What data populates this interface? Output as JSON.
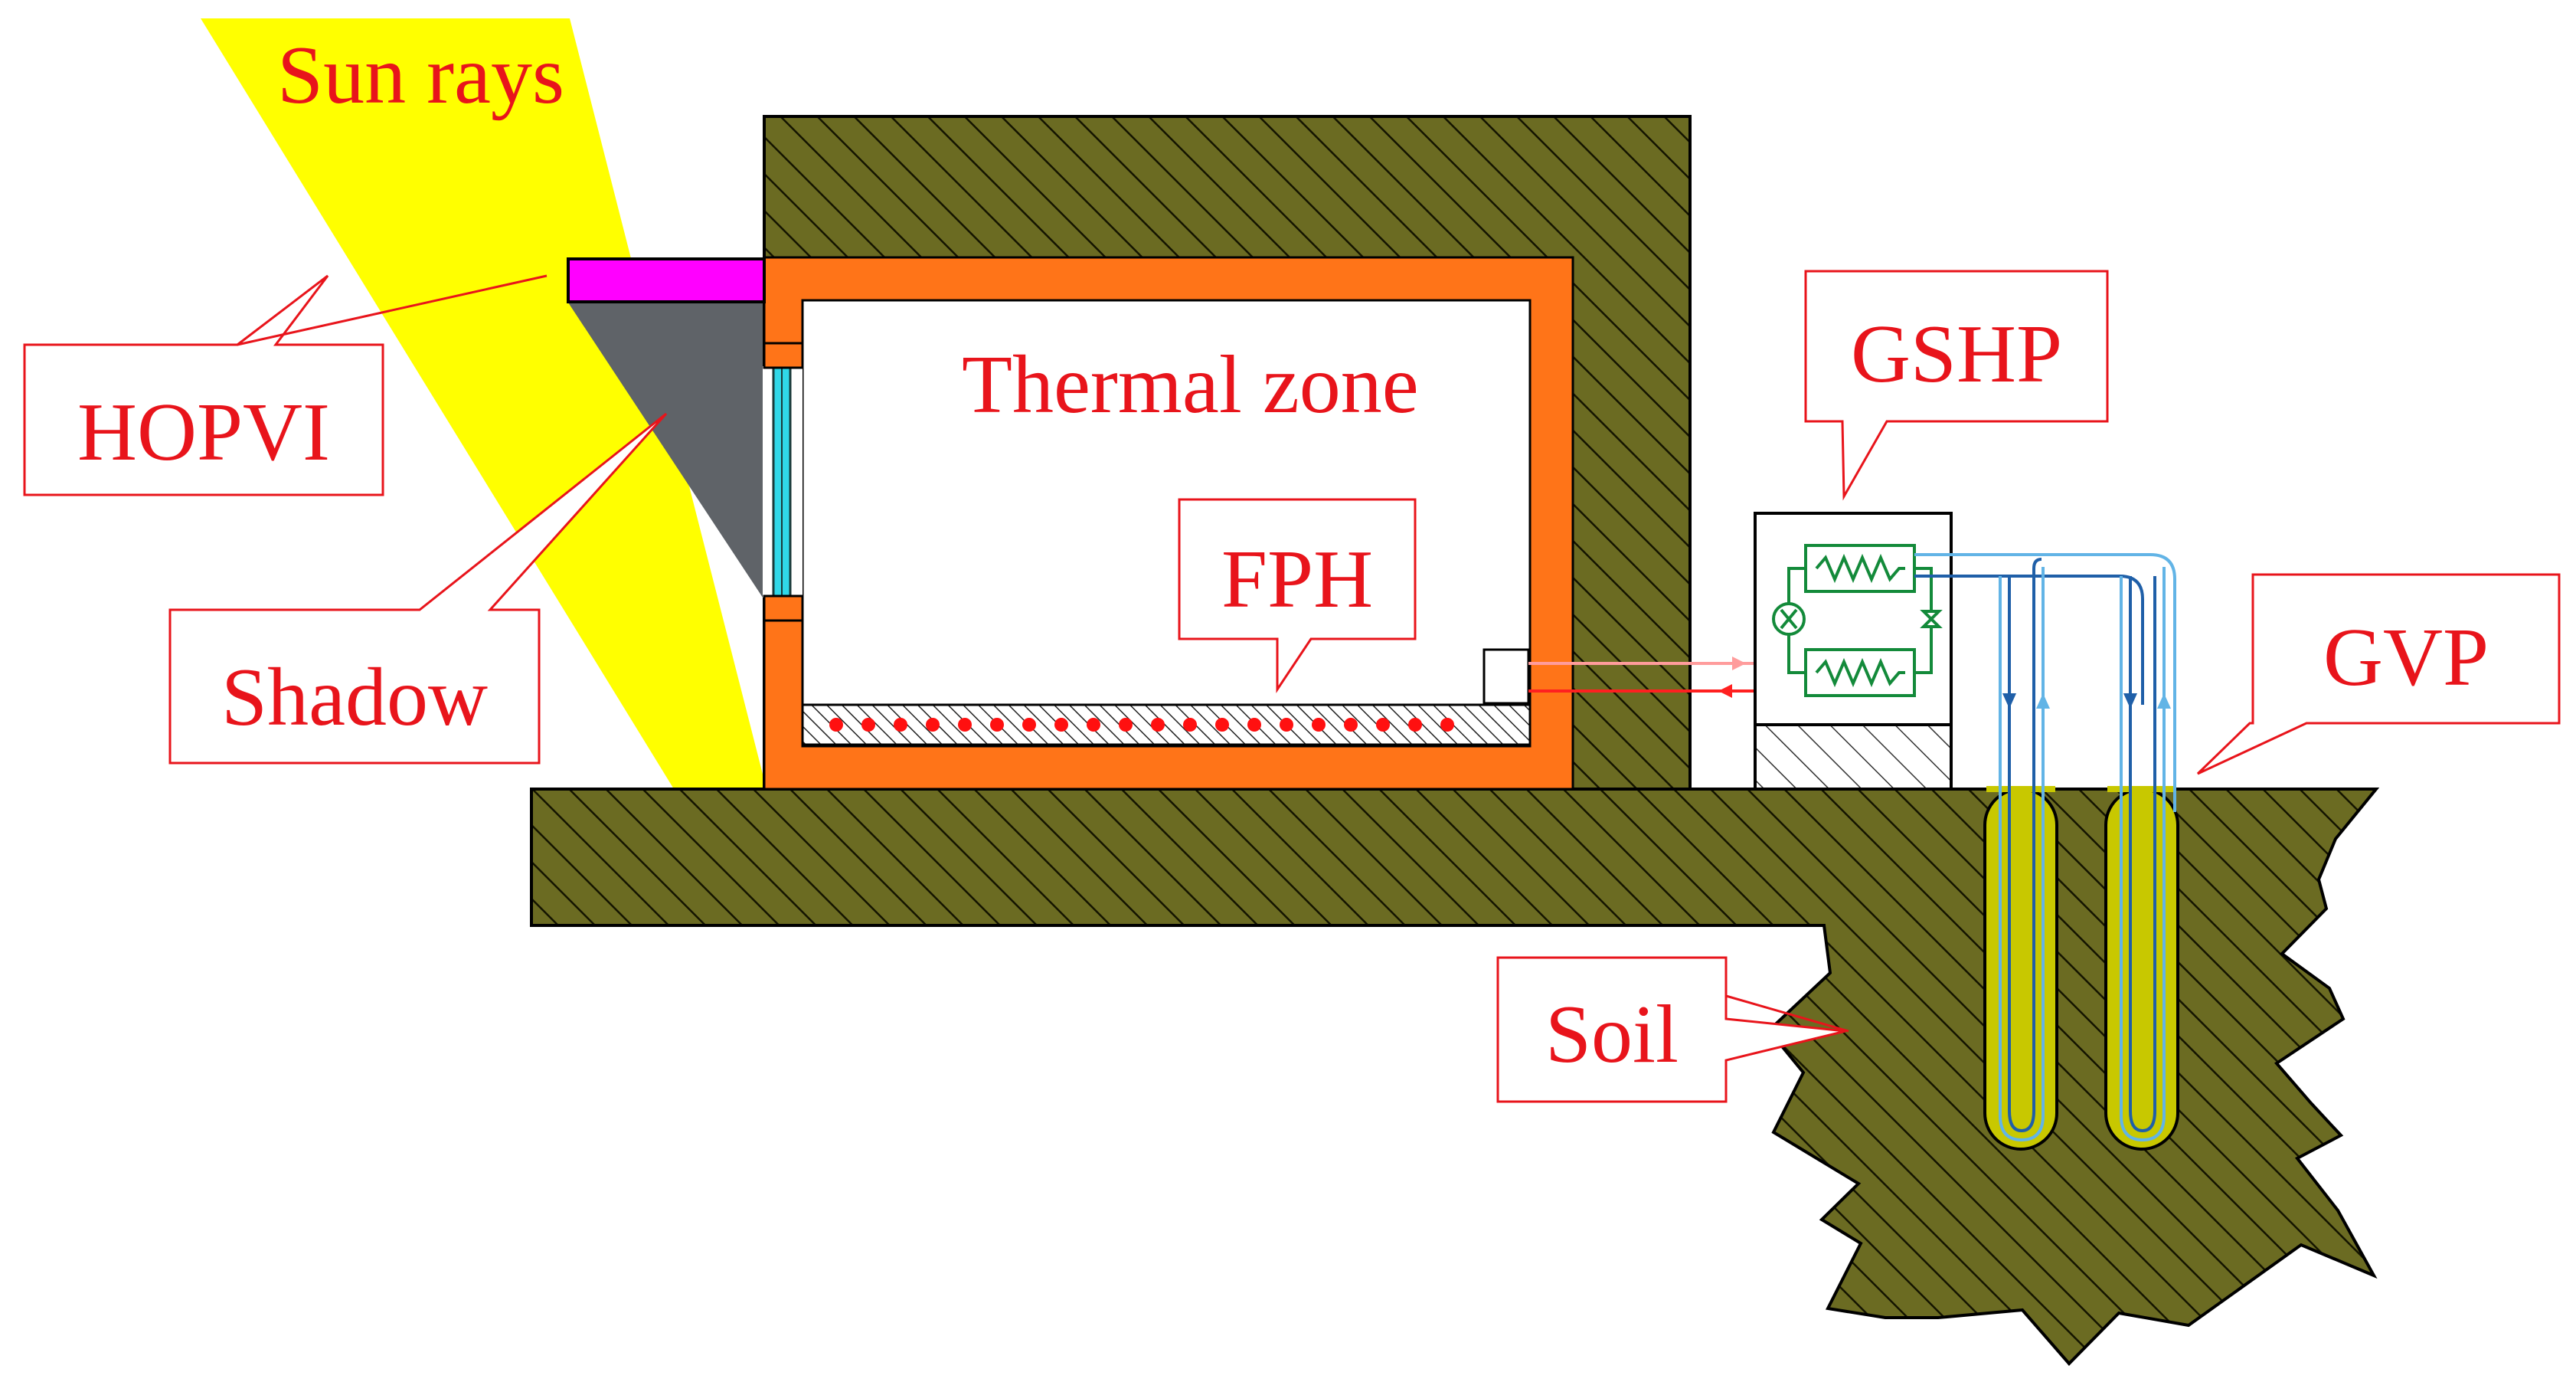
{
  "labels": {
    "sun_rays": "Sun rays",
    "hopvi": "HOPVI",
    "shadow": "Shadow",
    "thermal_zone": "Thermal zone",
    "fph": "FPH",
    "gshp": "GSHP",
    "gvp": "GVP",
    "soil": "Soil"
  },
  "colors": {
    "sun_rays": "#ffff00",
    "hopvi_panel": "#ff00ff",
    "shadow": "#5f6368",
    "thermal_zone_wall": "#ff7418",
    "earth_fill": "#6b6b22",
    "earth_hatch": "#141400",
    "window": "#30d8e8",
    "heat_pump_circuit": "#138a3a",
    "supply_pipe": "#ff2020",
    "return_pipe": "#ff9c9c",
    "borehole": "#c8c800",
    "ground_loop_cold": "#1f5fa8",
    "ground_loop_warm": "#62b4e6",
    "label_text": "#e8141b"
  }
}
